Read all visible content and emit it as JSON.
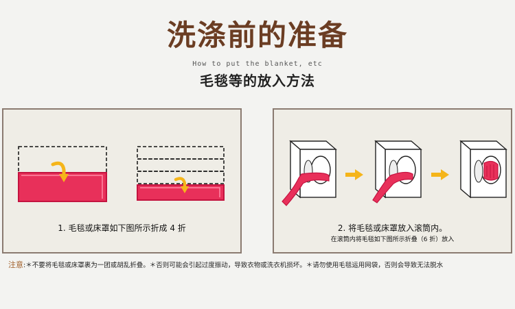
{
  "header": {
    "title": "洗涤前的准备",
    "subtitle_en": "How to put the blanket, etc",
    "subtitle_cn": "毛毯等的放入方法"
  },
  "steps": [
    {
      "caption": "1. 毛毯或床罩如下图所示折成 4 折"
    },
    {
      "caption": "2. 将毛毯或床罩放入滚筒内。",
      "subcaption": "在滚筒内将毛毯如下图所示折叠（6 折）放入"
    }
  ],
  "note": {
    "label": "注意",
    "text": ":＊不要将毛毯或床罩裹为一团或胡乱折叠。＊否则可能会引起过度振动，导致衣物或洗衣机损坏。＊请勿使用毛毯运用网袋，否则会导致无法脱水"
  },
  "colors": {
    "title": "#6b3d23",
    "blanket": "#e8305a",
    "arrow": "#f5b51a",
    "note_label": "#a2612c"
  },
  "icons": [
    "fold-arrow-icon",
    "next-step-arrow-icon",
    "washing-machine-icon"
  ]
}
